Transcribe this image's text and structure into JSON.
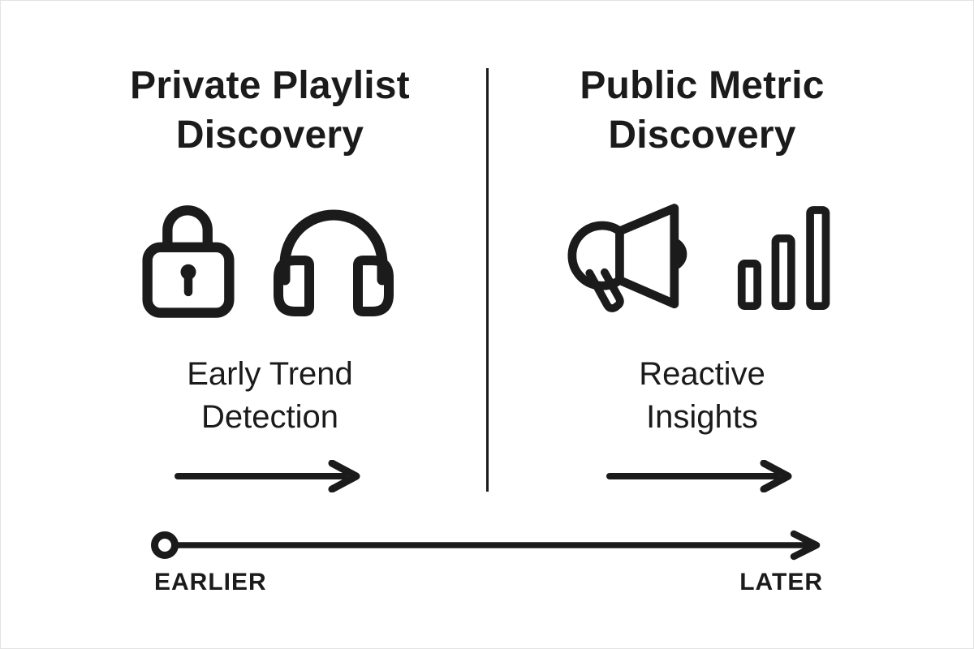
{
  "diagram": {
    "colors": {
      "ink": "#1b1b1b",
      "background": "#ffffff"
    },
    "left": {
      "title": "Private Playlist\nDiscovery",
      "icons": [
        "lock-icon",
        "headphones-icon"
      ],
      "caption": "Early Trend\nDetection"
    },
    "right": {
      "title": "Public Metric\nDiscovery",
      "icons": [
        "megaphone-icon",
        "bar-chart-icon"
      ],
      "caption": "Reactive\nInsights"
    },
    "timeline": {
      "start_label": "EARLIER",
      "end_label": "LATER"
    }
  }
}
